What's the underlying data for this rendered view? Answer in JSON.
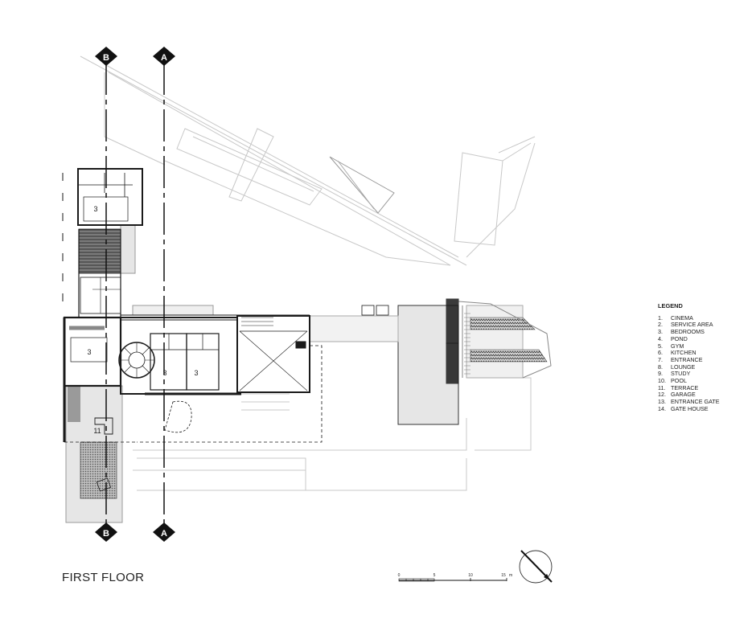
{
  "sections": {
    "b_top": "B",
    "a_top": "A",
    "b_bottom": "B",
    "a_bottom": "A"
  },
  "rooms": {
    "bedroom_north": "3",
    "bedroom_west": "3",
    "bedroom_mid_1": "3",
    "bedroom_mid_2": "3",
    "terrace": "11"
  },
  "legend": {
    "title": "LEGEND",
    "items": [
      {
        "num": "1.",
        "label": "CINEMA"
      },
      {
        "num": "2.",
        "label": "SERVICE AREA"
      },
      {
        "num": "3.",
        "label": "BEDROOMS"
      },
      {
        "num": "4.",
        "label": "POND"
      },
      {
        "num": "5.",
        "label": "GYM"
      },
      {
        "num": "6.",
        "label": "KITCHEN"
      },
      {
        "num": "7.",
        "label": "ENTRANCE"
      },
      {
        "num": "8.",
        "label": "LOUNGE"
      },
      {
        "num": "9.",
        "label": "STUDY"
      },
      {
        "num": "10.",
        "label": "POOL"
      },
      {
        "num": "11.",
        "label": "TERRACE"
      },
      {
        "num": "12.",
        "label": "GARAGE"
      },
      {
        "num": "13.",
        "label": "ENTRANCE GATE"
      },
      {
        "num": "14.",
        "label": "GATE HOUSE"
      }
    ]
  },
  "drawing_title": "FIRST FLOOR",
  "scale": {
    "ticks": [
      "0",
      "5",
      "10",
      "15"
    ],
    "unit": "m"
  },
  "colors": {
    "line": "#1a1a1a",
    "faint": "#c8c8c8",
    "grey_fill": "#e6e6e6",
    "hatch": "#555555"
  }
}
